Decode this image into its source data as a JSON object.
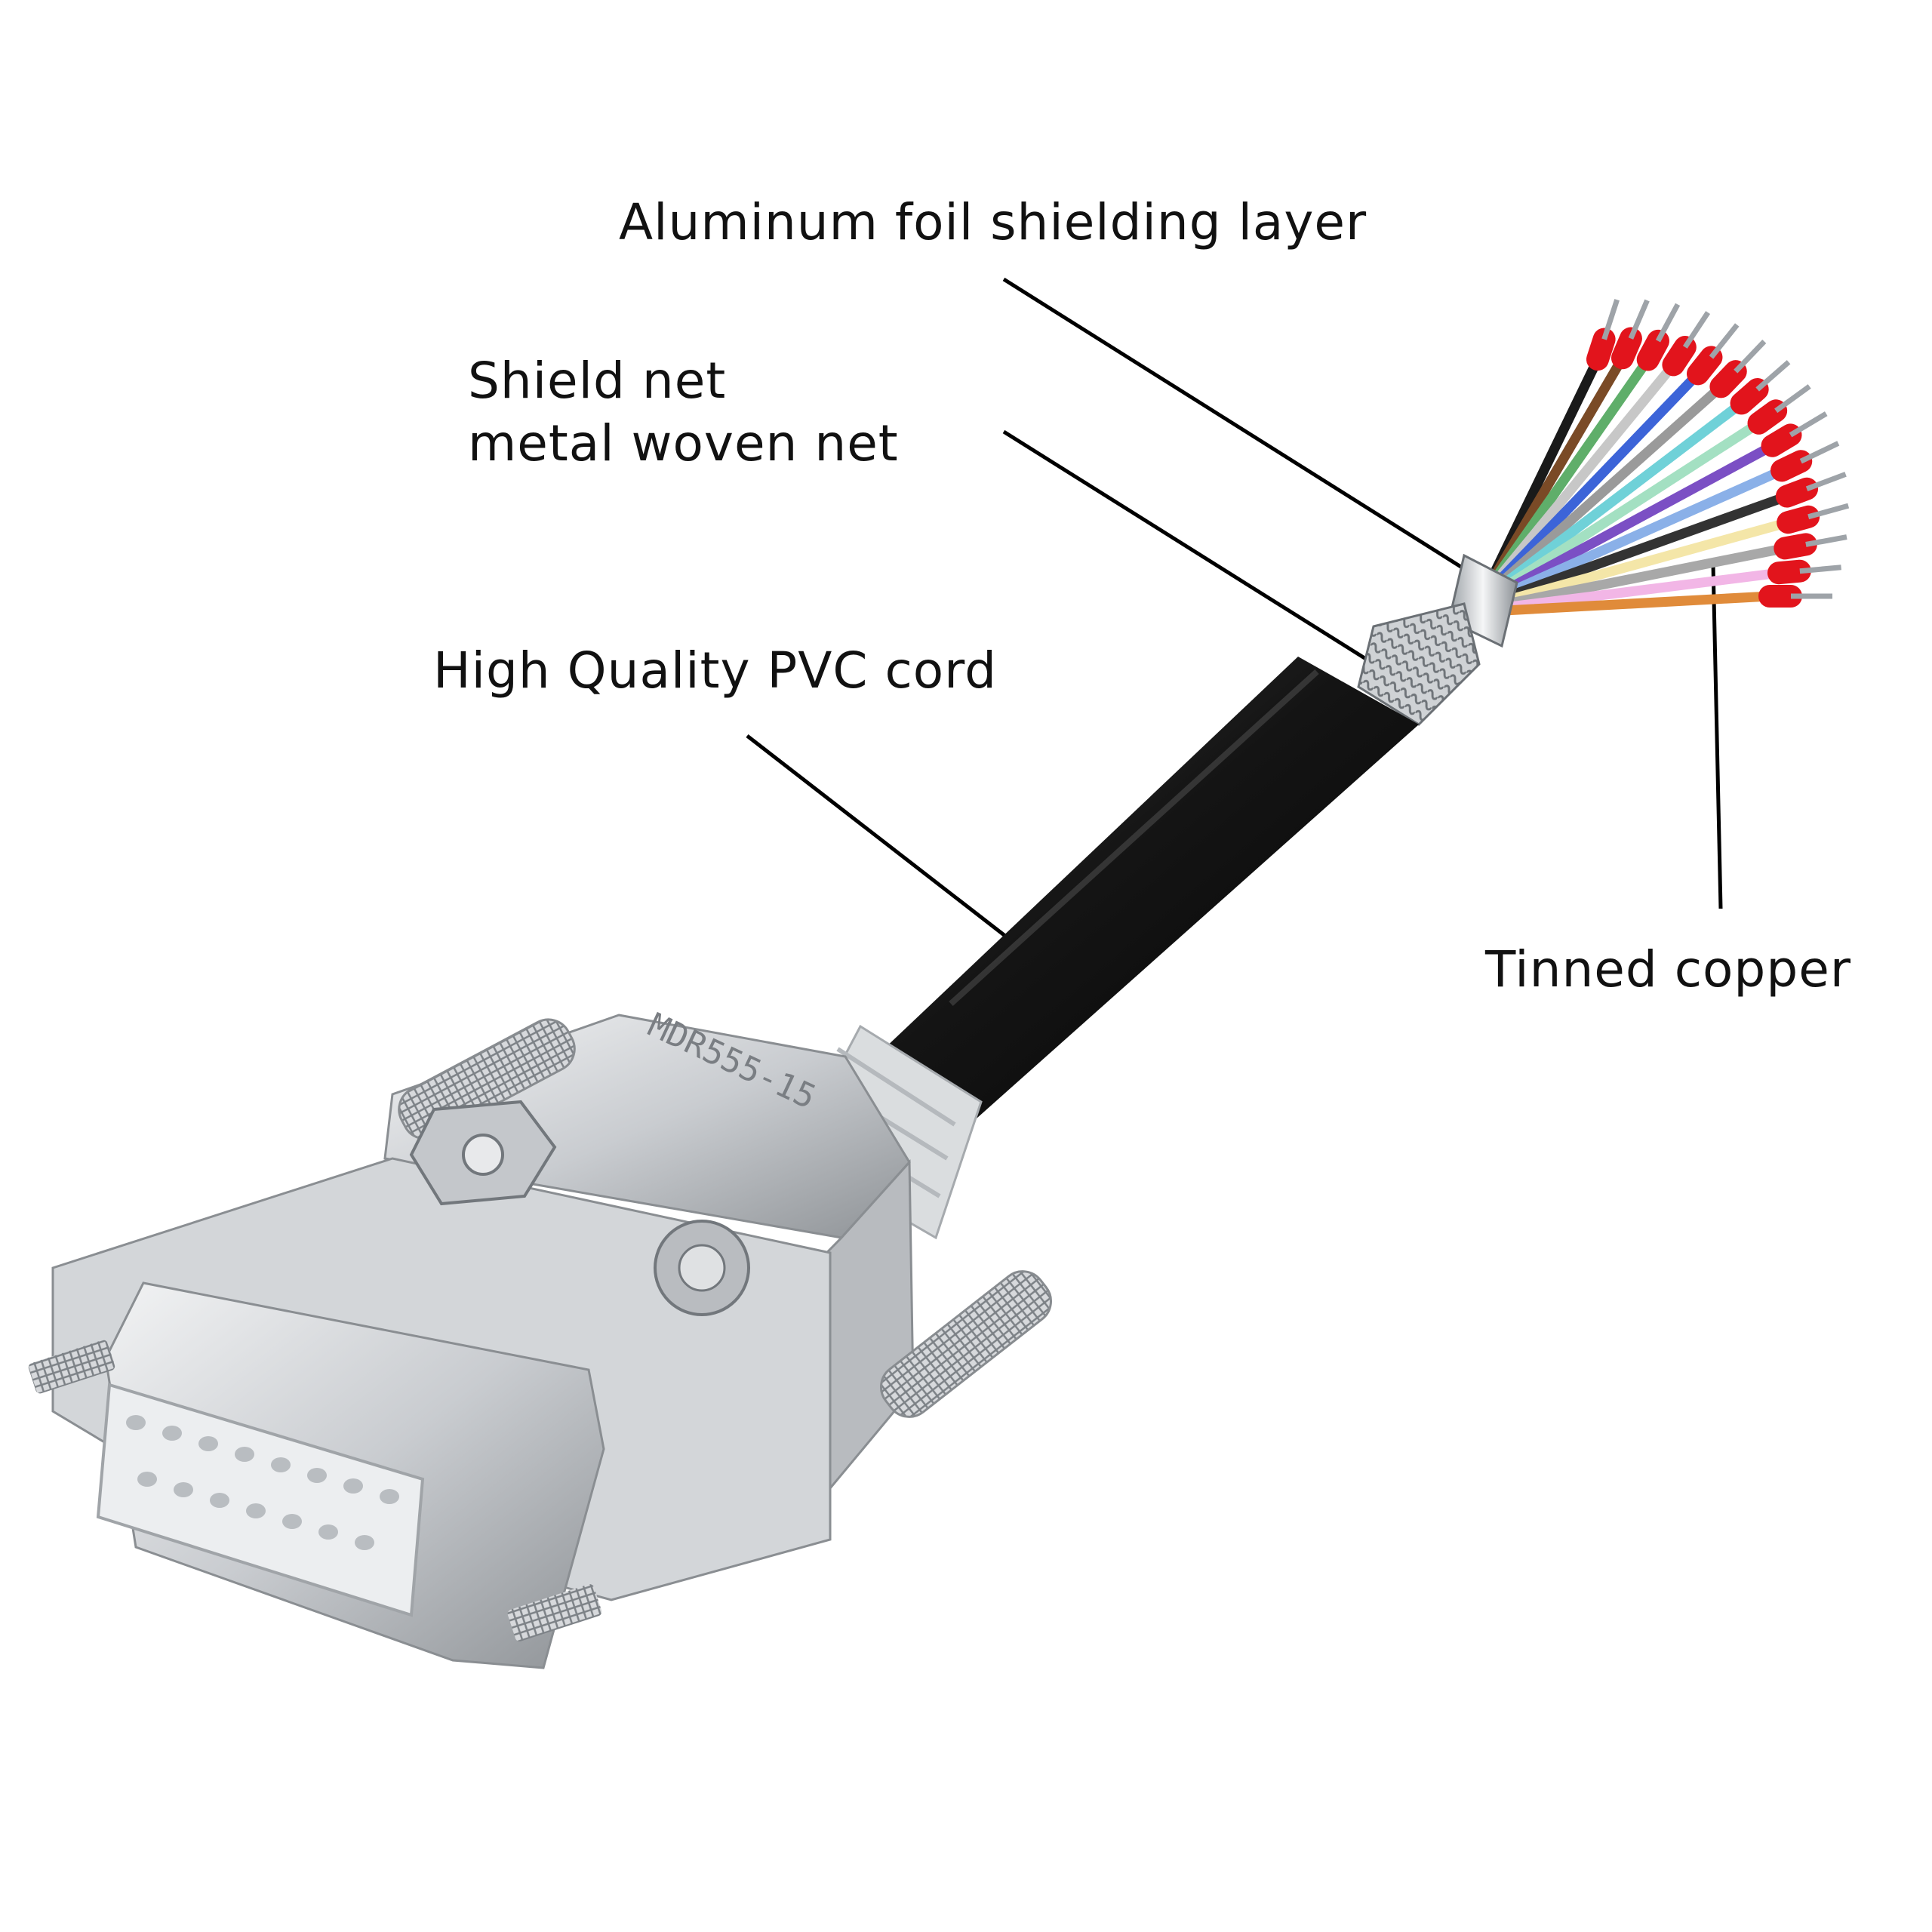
{
  "callouts": {
    "foil": "Aluminum foil shielding layer",
    "shield_line1": "Shield net",
    "shield_line2": "metal woven net",
    "pvc": "High Quality PVC cord",
    "tinned": "Tinned copper"
  },
  "connector": {
    "imprint": "MDR555-15"
  },
  "colors": {
    "leader": "#000000",
    "cable_jacket": "#111111",
    "metal": "#c8cbcf",
    "ferrule": "#e2141c",
    "strain_relief": "#d9dcdf"
  },
  "wires": [
    "#1a1a1a",
    "#7a4a26",
    "#5fae6a",
    "#c7c7c7",
    "#3c64d8",
    "#9a9a9a",
    "#6fd1d8",
    "#a3e0c2",
    "#7b4fc4",
    "#8ab0e8",
    "#333333",
    "#f4e6a8",
    "#a8a8a8",
    "#f2b6e6",
    "#e08b3a"
  ]
}
